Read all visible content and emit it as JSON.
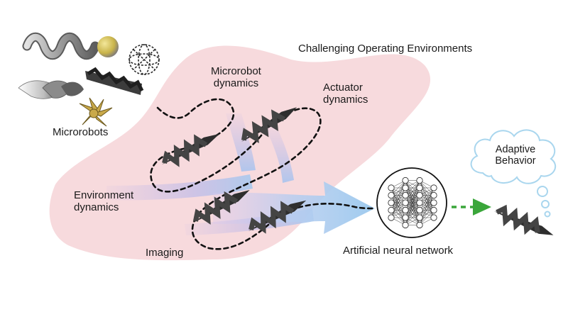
{
  "title": "Challenging Operating Environments",
  "labels": {
    "microrobots": "Microrobots",
    "microrobot_dynamics": [
      "Microrobot",
      "dynamics"
    ],
    "actuator_dynamics": [
      "Actuator",
      "dynamics"
    ],
    "environment_dynamics": [
      "Environment",
      "dynamics"
    ],
    "imaging": "Imaging",
    "ann": "Artificial neural network",
    "adaptive_behavior": [
      "Adaptive",
      "Behavior"
    ]
  },
  "icons": [
    "helix-icon",
    "sphere-icon",
    "geodesic-sphere-icon",
    "swimmer-icon",
    "spiral-ribbon-icon",
    "gripper-icon",
    "neural-network-icon",
    "thought-cloud-icon"
  ],
  "colors": {
    "blob": "#f7dadd",
    "arrow_blue": "#9fcbee",
    "path": "#111111",
    "arrow_green": "#3aa63a",
    "helix": "#3c3c3c",
    "gold": "#c9a94a",
    "cloud_stroke": "#a9d6ee"
  }
}
